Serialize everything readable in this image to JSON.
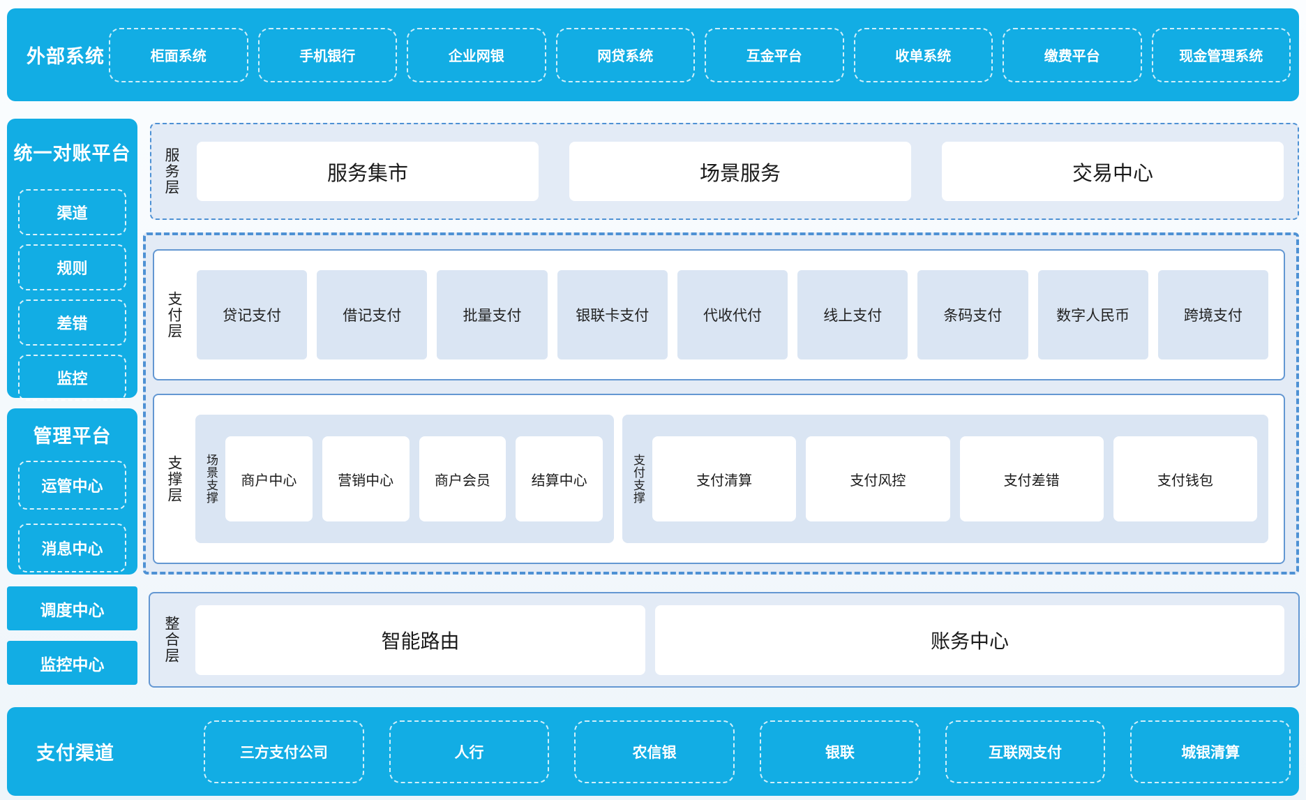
{
  "colors": {
    "accent_blue": "#12ade4",
    "panel_fill": "#e3ebf6",
    "inner_fill": "#dae5f3",
    "border_blue": "#4e91d4",
    "solid_border_blue": "#6397d2",
    "white_box": "#ffffff",
    "dark_text": "#1a1a1a"
  },
  "top_bar": {
    "title": "外部系统",
    "items": [
      "柜面系统",
      "手机银行",
      "企业网银",
      "网贷系统",
      "互金平台",
      "收单系统",
      "缴费平台",
      "现金管理系统"
    ]
  },
  "sidebar": {
    "reconciliation": {
      "title": "统一对账平台",
      "items": [
        "渠道",
        "规则",
        "差错",
        "监控"
      ]
    },
    "management": {
      "title": "管理平台",
      "items": [
        "运管中心",
        "消息中心"
      ]
    },
    "standalone": [
      "调度中心",
      "监控中心"
    ]
  },
  "layers": {
    "service": {
      "label": "服务层",
      "items": [
        "服务集市",
        "场景服务",
        "交易中心"
      ]
    },
    "payment": {
      "label": "支付层",
      "items": [
        "贷记支付",
        "借记支付",
        "批量支付",
        "银联卡支付",
        "代收代付",
        "线上支付",
        "条码支付",
        "数字人民币",
        "跨境支付"
      ]
    },
    "support": {
      "label": "支撑层",
      "groups": [
        {
          "label": "场景支撑",
          "items": [
            "商户中心",
            "营销中心",
            "商户会员",
            "结算中心"
          ]
        },
        {
          "label": "支付支撑",
          "items": [
            "支付清算",
            "支付风控",
            "支付差错",
            "支付钱包"
          ]
        }
      ]
    },
    "integration": {
      "label": "整合层",
      "items": [
        "智能路由",
        "账务中心"
      ]
    }
  },
  "bottom_bar": {
    "title": "支付渠道",
    "items": [
      "三方支付公司",
      "人行",
      "农信银",
      "银联",
      "互联网支付",
      "城银清算"
    ]
  }
}
